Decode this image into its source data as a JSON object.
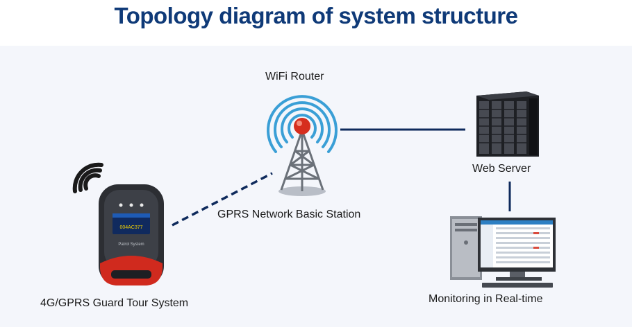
{
  "title": "Topology diagram of system structure",
  "nodes": {
    "router": {
      "label": "WiFi Router",
      "icon": "wifi-tower-icon"
    },
    "station": {
      "label": "GPRS Network Basic Station"
    },
    "server": {
      "label": "Web Server",
      "icon": "server-rack-icon"
    },
    "monitor": {
      "label": "Monitoring in Real-time",
      "icon": "desktop-computer-icon"
    },
    "device": {
      "label": "4G/GPRS Guard Tour System",
      "icon": "guard-tour-device-icon",
      "screen_text": "004AC377",
      "brand_text": "Patrol System"
    }
  },
  "colors": {
    "title": "#0f3a78",
    "background": "#f4f6fb",
    "link": "#0e2a5c",
    "signal": "#3a9fd6",
    "beacon": "#d62e1e",
    "device_accent": "#d02a1e"
  }
}
